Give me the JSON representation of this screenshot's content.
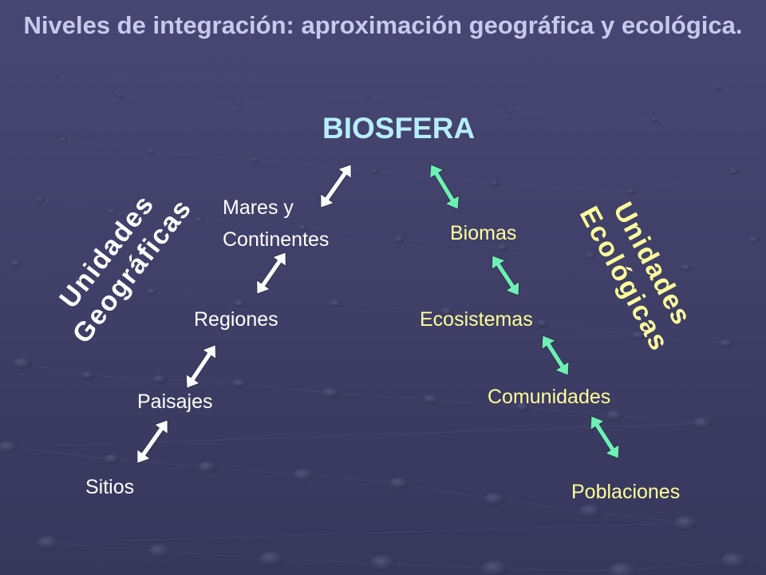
{
  "title": "Niveles de integración: aproximación geográfica y ecológica.",
  "top_node": "BIOSFERA",
  "geographic": {
    "label_lines": [
      "Unidades",
      "Geográficas"
    ],
    "levels": [
      "Mares y Continentes",
      "Regiones",
      "Paisajes",
      "Sitios"
    ],
    "level_lines": {
      "mares_line1": "Mares y",
      "mares_line2": "Continentes"
    }
  },
  "ecological": {
    "label_lines": [
      "Unidades",
      "Ecológicas"
    ],
    "levels": [
      "Biomas",
      "Ecosistemas",
      "Comunidades",
      "Poblaciones"
    ]
  },
  "colors": {
    "background": "#3f3f69",
    "title": "#c9c9ee",
    "top_node": "#b6eefc",
    "geographic_text": "#ffffff",
    "ecological_text": "#ffff9a",
    "geographic_arrow": "#ffffff",
    "ecological_arrow": "#6ef0b4"
  }
}
